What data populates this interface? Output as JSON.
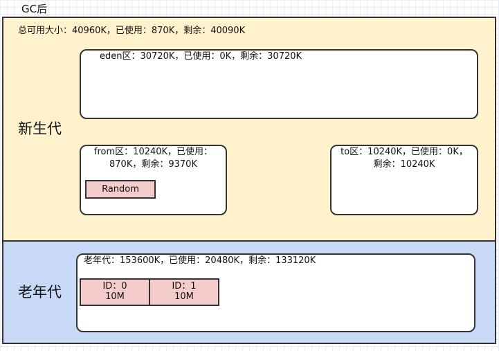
{
  "title": "GC后",
  "young_gen": {
    "label": "新生代",
    "summary": "总可用大小：40960K，已使用：870K，剩余：40090K",
    "eden": {
      "text": "eden区：30720K，已使用：0K，剩余：30720K"
    },
    "from": {
      "line1": "from区：10240K，已使用：",
      "line2": "870K，剩余：9370K",
      "object": "Random"
    },
    "to": {
      "line1": "to区：10240K，已使用：0K，",
      "line2": "剩余：10240K"
    }
  },
  "old_gen": {
    "label": "老年代",
    "summary": "老年代：153600K，已使用：20480K，剩余：133120K",
    "objects": [
      {
        "id": "ID：0",
        "size": "10M"
      },
      {
        "id": "ID：1",
        "size": "10M"
      }
    ]
  },
  "colors": {
    "young_bg": "#fff2cc",
    "old_bg": "#c9daf8",
    "object_fill": "#f4cccc",
    "border": "#333333"
  }
}
